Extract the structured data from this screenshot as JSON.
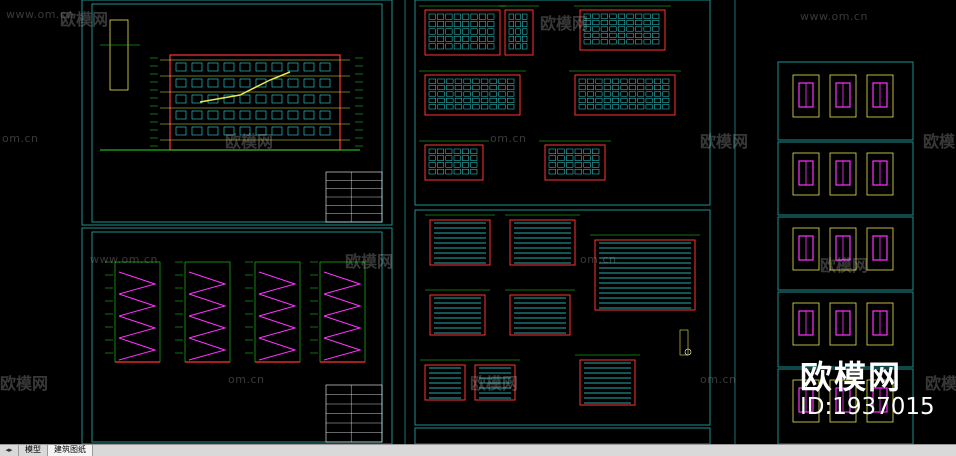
{
  "colors": {
    "sheet_border": "#1f8f8f",
    "wall": "#ff3333",
    "line_green": "#22dd22",
    "line_yellow": "#e8e84a",
    "seat_cyan": "#33e0e0",
    "accent_magenta": "#ff33ff",
    "white": "#ffffff"
  },
  "watermarks": {
    "url": "www.om.cn",
    "url_short": "om.cn",
    "brand": "欧模网"
  },
  "logo": {
    "brand": "欧模网",
    "id": "ID:1937015"
  },
  "tabs": [
    {
      "label": "模型",
      "active": false
    },
    {
      "label": "建筑图纸",
      "active": true
    }
  ]
}
